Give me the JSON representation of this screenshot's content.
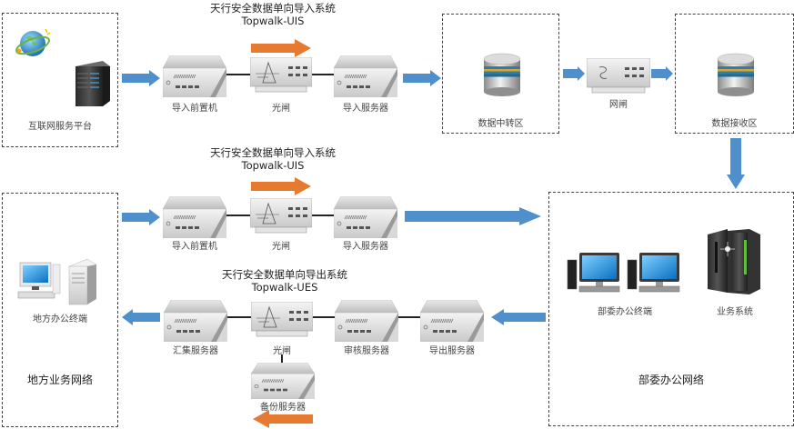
{
  "colors": {
    "flow_arrow": "#4f8fcb",
    "direction_arrow": "#e57a30",
    "zone_border": "#444444"
  },
  "zones": {
    "internet_platform": {
      "label": "互联网服务平台"
    },
    "data_transfer_zone": {
      "label": "数据中转区"
    },
    "data_receive_zone": {
      "label": "数据接收区"
    },
    "local_network": {
      "label": "地方业务网络"
    },
    "ministry_network": {
      "label": "部委办公网络"
    }
  },
  "systems": {
    "import_top": {
      "title": "天行安全数据单向导入系统",
      "subtitle": "Topwalk-UIS"
    },
    "import_mid": {
      "title": "天行安全数据单向导入系统",
      "subtitle": "Topwalk-UIS"
    },
    "export_bottom": {
      "title": "天行安全数据单向导出系统",
      "subtitle": "Topwalk-UES"
    }
  },
  "devices": {
    "top_row": [
      {
        "label": "导入前置机",
        "icon": "server-appliance-icon"
      },
      {
        "label": "光闸",
        "icon": "optical-gate-icon"
      },
      {
        "label": "导入服务器",
        "icon": "server-appliance-icon"
      }
    ],
    "gateway": {
      "label": "网闸",
      "icon": "network-gate-icon"
    },
    "mid_row": [
      {
        "label": "导入前置机",
        "icon": "server-appliance-icon"
      },
      {
        "label": "光闸",
        "icon": "optical-gate-icon"
      },
      {
        "label": "导入服务器",
        "icon": "server-appliance-icon"
      }
    ],
    "bottom_row": [
      {
        "label": "汇集服务器",
        "icon": "server-appliance-icon"
      },
      {
        "label": "光闸",
        "icon": "optical-gate-icon"
      },
      {
        "label": "审核服务器",
        "icon": "server-appliance-icon"
      },
      {
        "label": "导出服务器",
        "icon": "server-appliance-icon"
      }
    ],
    "backup": {
      "label": "备份服务器",
      "icon": "server-appliance-icon"
    },
    "local_terminal": {
      "label": "地方办公终端",
      "icon": "pc-and-server-icon"
    },
    "ministry_terminal": {
      "label": "部委办公终端",
      "icon": "desktop-pcs-icon"
    },
    "business_system": {
      "label": "业务系统",
      "icon": "rack-server-icon"
    }
  }
}
